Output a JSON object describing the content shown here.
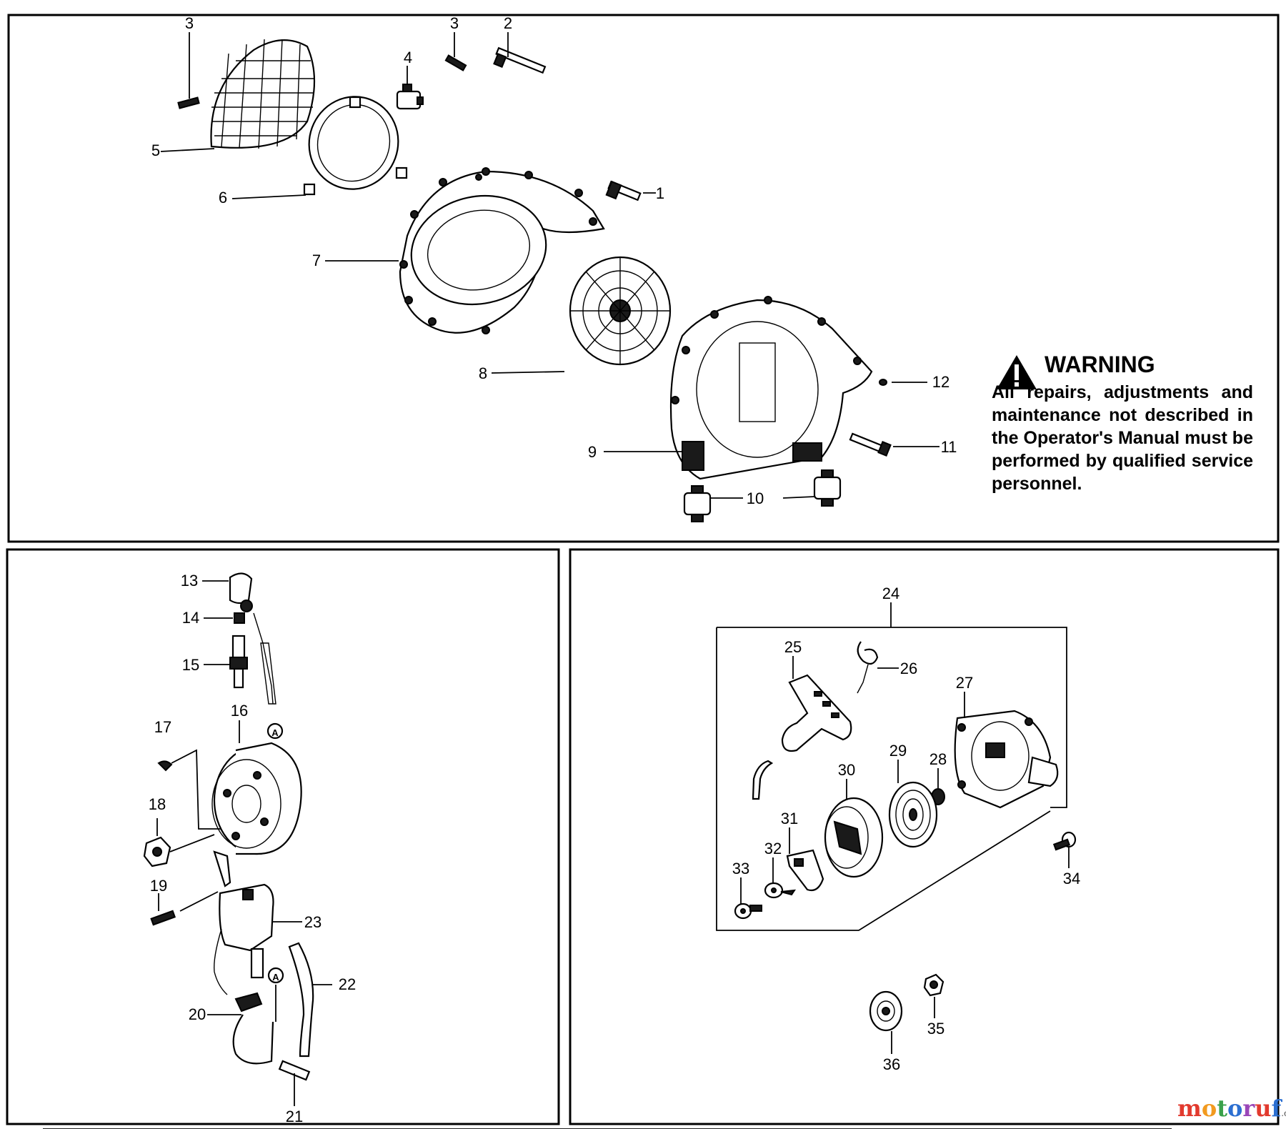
{
  "warning": {
    "title": "WARNING",
    "body": "All repairs, adjustments and maintenance not described in the Operator's Manual must be performed by qualified service personnel."
  },
  "watermark": {
    "name": "motoruf",
    "tld": ".de",
    "colors": [
      "#e23a2e",
      "#f29a1f",
      "#3aa14a",
      "#2c6fd1",
      "#9a46b8",
      "#e23a2e",
      "#2c6fd1"
    ]
  },
  "connector_marker": "A",
  "callouts": {
    "c1": "1",
    "c2": "2",
    "c3a": "3",
    "c3b": "3",
    "c4": "4",
    "c5": "5",
    "c6": "6",
    "c7": "7",
    "c8": "8",
    "c9": "9",
    "c10": "10",
    "c11": "11",
    "c12": "12",
    "c13": "13",
    "c14": "14",
    "c15": "15",
    "c16": "16",
    "c17": "17",
    "c18": "18",
    "c19": "19",
    "c20": "20",
    "c21": "21",
    "c22": "22",
    "c23": "23",
    "c24": "24",
    "c25": "25",
    "c26": "26",
    "c27": "27",
    "c28": "28",
    "c29": "29",
    "c30": "30",
    "c31": "31",
    "c32": "32",
    "c33": "33",
    "c34": "34",
    "c35": "35",
    "c36": "36"
  }
}
